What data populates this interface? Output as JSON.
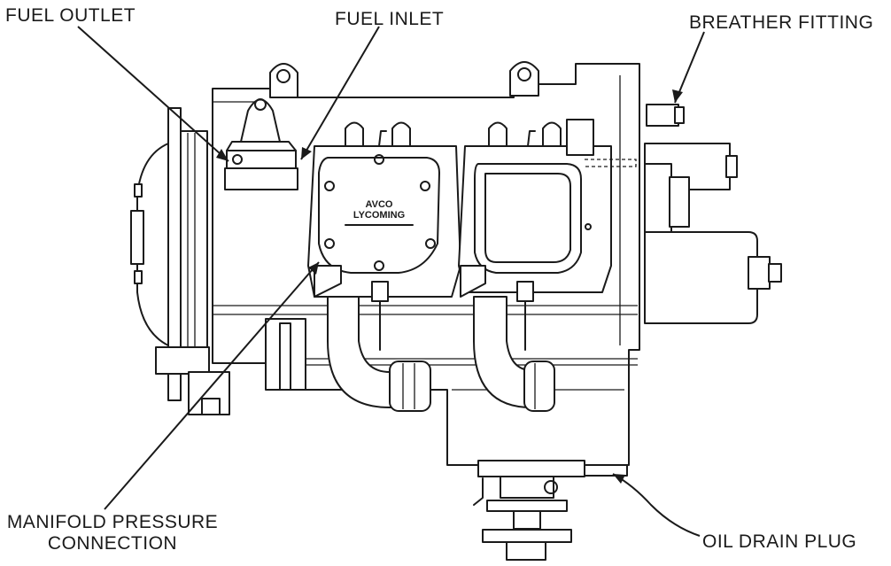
{
  "callouts": {
    "fuel_outlet": "FUEL OUTLET",
    "fuel_inlet": "FUEL INLET",
    "breather_fitting": "BREATHER FITTING",
    "manifold_pressure_line1": "MANIFOLD PRESSURE",
    "manifold_pressure_line2": "CONNECTION",
    "oil_drain_plug": "OIL DRAIN PLUG"
  },
  "engine_stamp": {
    "line1": "AVCO",
    "line2": "LYCOMING"
  }
}
